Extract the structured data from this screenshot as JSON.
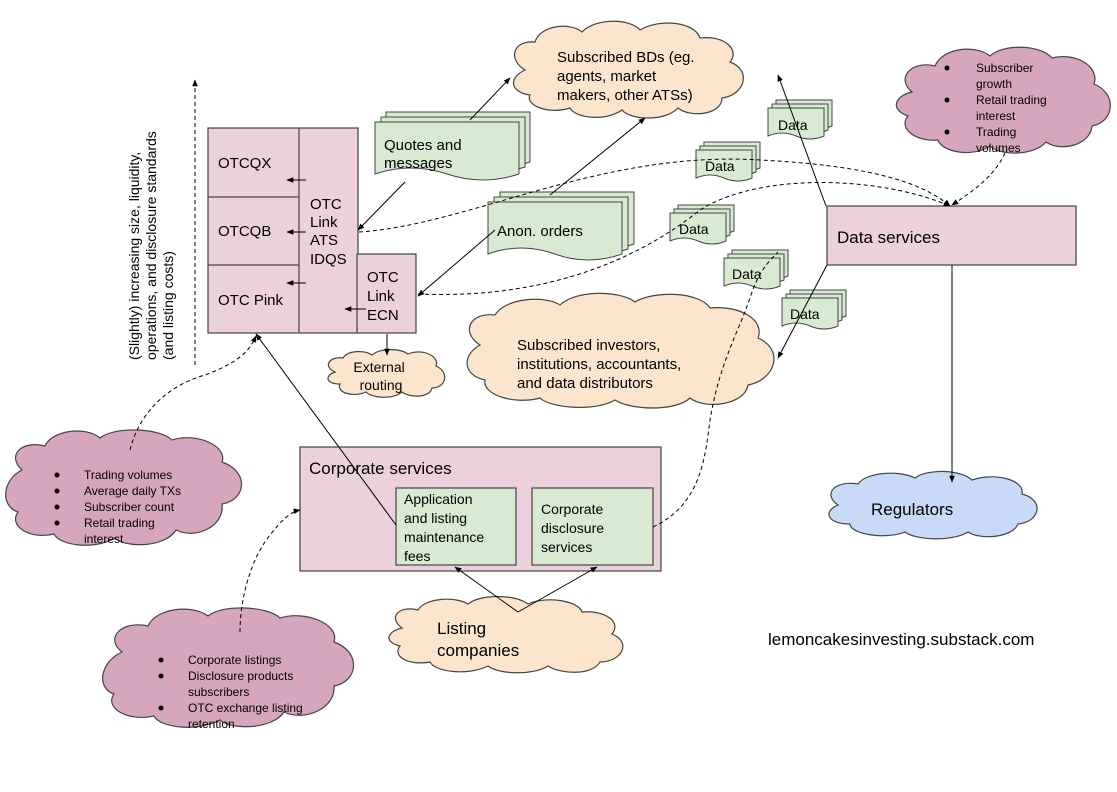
{
  "tiers": {
    "otcqx": "OTCQX",
    "otcqb": "OTCQB",
    "otcpink": "OTC Pink"
  },
  "otc_link_ats": [
    "OTC",
    "Link",
    "ATS",
    "IDQS"
  ],
  "otc_link_ecn": [
    "OTC",
    "Link",
    "ECN"
  ],
  "external_routing": [
    "External",
    "routing"
  ],
  "side_axis_label": [
    "(Slightly) increasing size, liquidity,",
    "operations, and disclosure standards",
    "(and listing costs)"
  ],
  "subscribed_bds": [
    "Subscribed BDs (eg.",
    "agents, market",
    "makers, other ATSs)"
  ],
  "quotes_messages": [
    "Quotes and",
    "messages"
  ],
  "anon_orders": "Anon. orders",
  "data_label": "Data",
  "data_services": "Data services",
  "subscribed_investors": [
    "Subscribed investors,",
    "institutions, accountants,",
    "and data distributors"
  ],
  "regulators": "Regulators",
  "corporate_services": {
    "title": "Corporate services",
    "fees": [
      "Application",
      "and listing",
      "maintenance",
      "fees"
    ],
    "disclosure": [
      "Corporate",
      "disclosure",
      "services"
    ]
  },
  "listing_companies": [
    "Listing",
    "companies"
  ],
  "drivers_data": [
    "Subscriber",
    "growth",
    "Retail trading",
    "interest",
    "Trading",
    "volumes"
  ],
  "drivers_trading": [
    "Trading volumes",
    "Average daily TXs",
    "Subscriber count",
    "Retail trading",
    "interest"
  ],
  "drivers_corporate": [
    "Corporate listings",
    "Disclosure products",
    "subscribers",
    "OTC exchange listing",
    "retention"
  ],
  "watermark": "lemoncakesinvesting.substack.com",
  "colors": {
    "mauve_box": "#ead1dc",
    "green_doc": "#d9ead3",
    "peach_cloud": "#fce5cd",
    "purple_cloud": "#d5a6bd",
    "blue_cloud": "#c9daf8"
  }
}
